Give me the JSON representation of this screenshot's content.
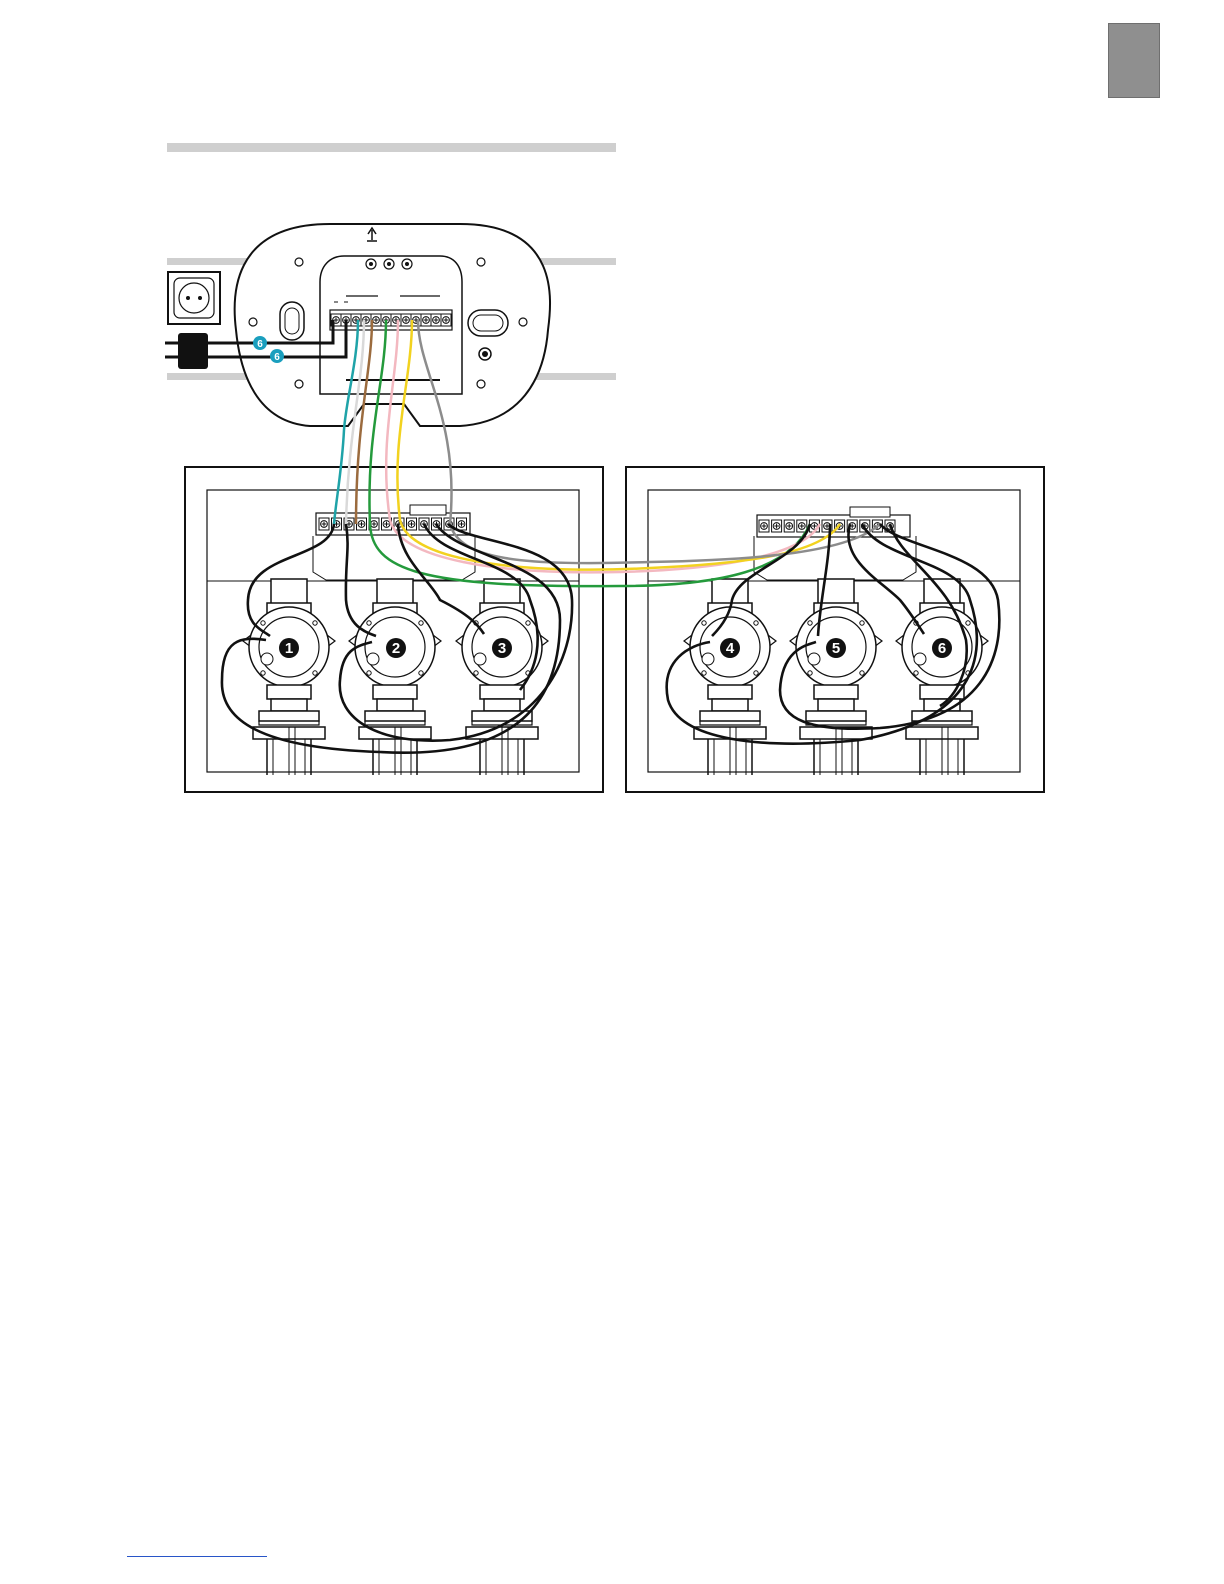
{
  "page": {
    "side_tab_color": "#8f8f8f",
    "rule_color": "#cfcfcf",
    "footer_line_color": "#2855c8"
  },
  "controller": {
    "up_arrow_icon": "arrow-up-icon",
    "power_tag_1": "6",
    "power_tag_2": "6",
    "tag_color": "#1a9fbe"
  },
  "wire_colors": {
    "teal": "#1fa3a8",
    "white": "#d9d9d9",
    "brown": "#9b6b3e",
    "green": "#249a3c",
    "pink": "#f3b8c0",
    "yellow": "#f2d21f",
    "grey": "#8c8c8c",
    "black": "#111111"
  },
  "valves": [
    {
      "label": "1"
    },
    {
      "label": "2"
    },
    {
      "label": "3"
    },
    {
      "label": "4"
    },
    {
      "label": "5"
    },
    {
      "label": "6"
    }
  ]
}
